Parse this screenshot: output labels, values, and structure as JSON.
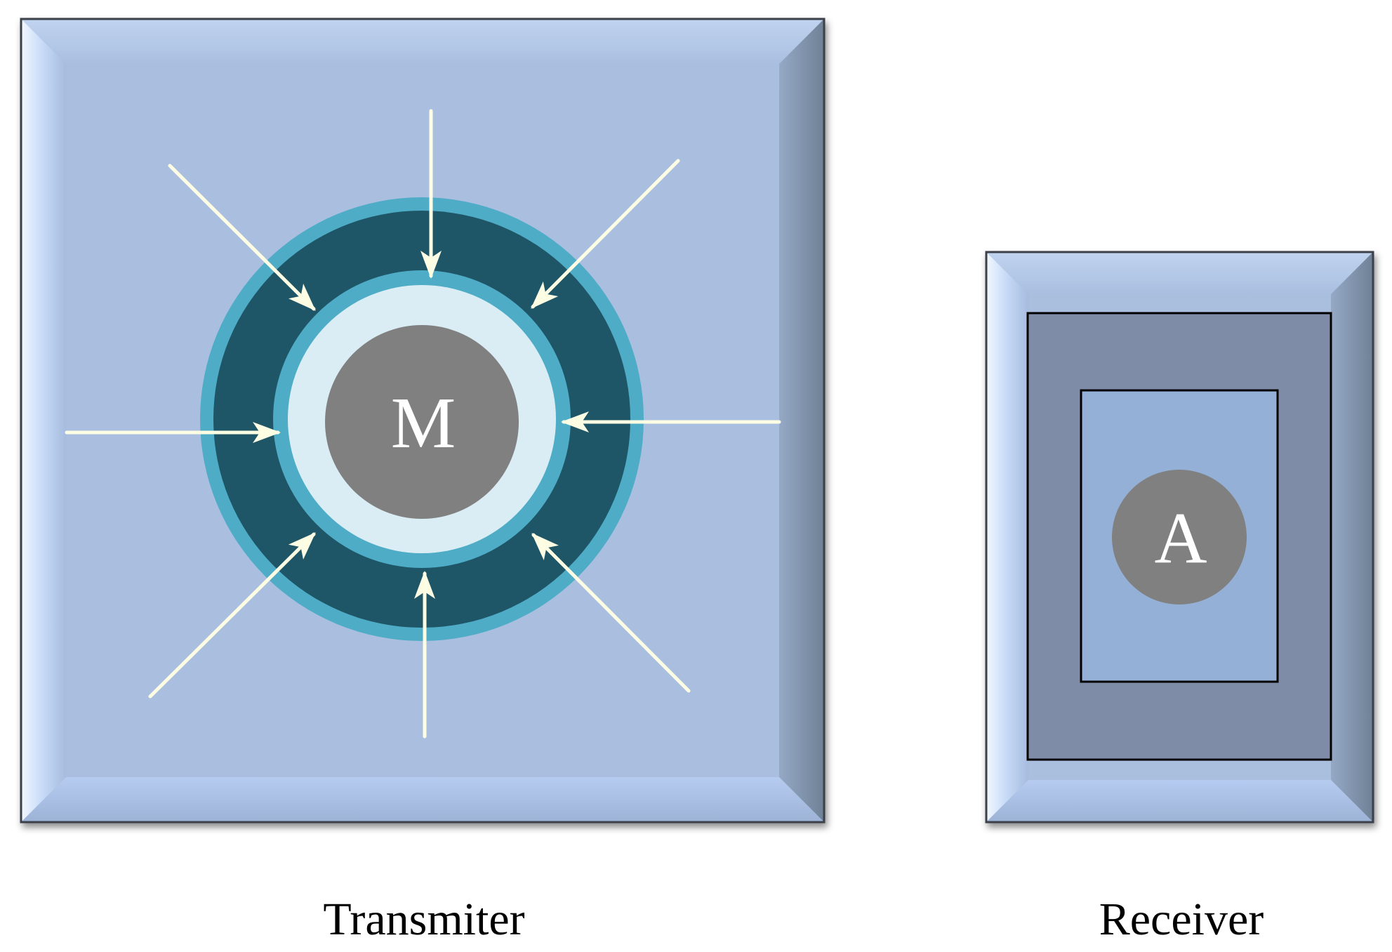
{
  "transmitter": {
    "caption": "Transmiter",
    "center_letter": "M"
  },
  "receiver": {
    "caption": "Receiver",
    "center_letter": "A"
  },
  "colors": {
    "panel_face": "#aabede",
    "panel_inner_transmitter": "#aabfdf",
    "receiver_middle": "#7f8ca8",
    "receiver_inner": "#95b0d6",
    "ring_outer_edge": "#4eacc6",
    "ring_dark": "#1f5667",
    "ring_light_fill": "#daedf4",
    "core_gray": "#808080",
    "arrow": "#fdfde4"
  },
  "icons": {
    "inward_arrows": "arrow-icon",
    "letter_circles": "circle-icon"
  }
}
